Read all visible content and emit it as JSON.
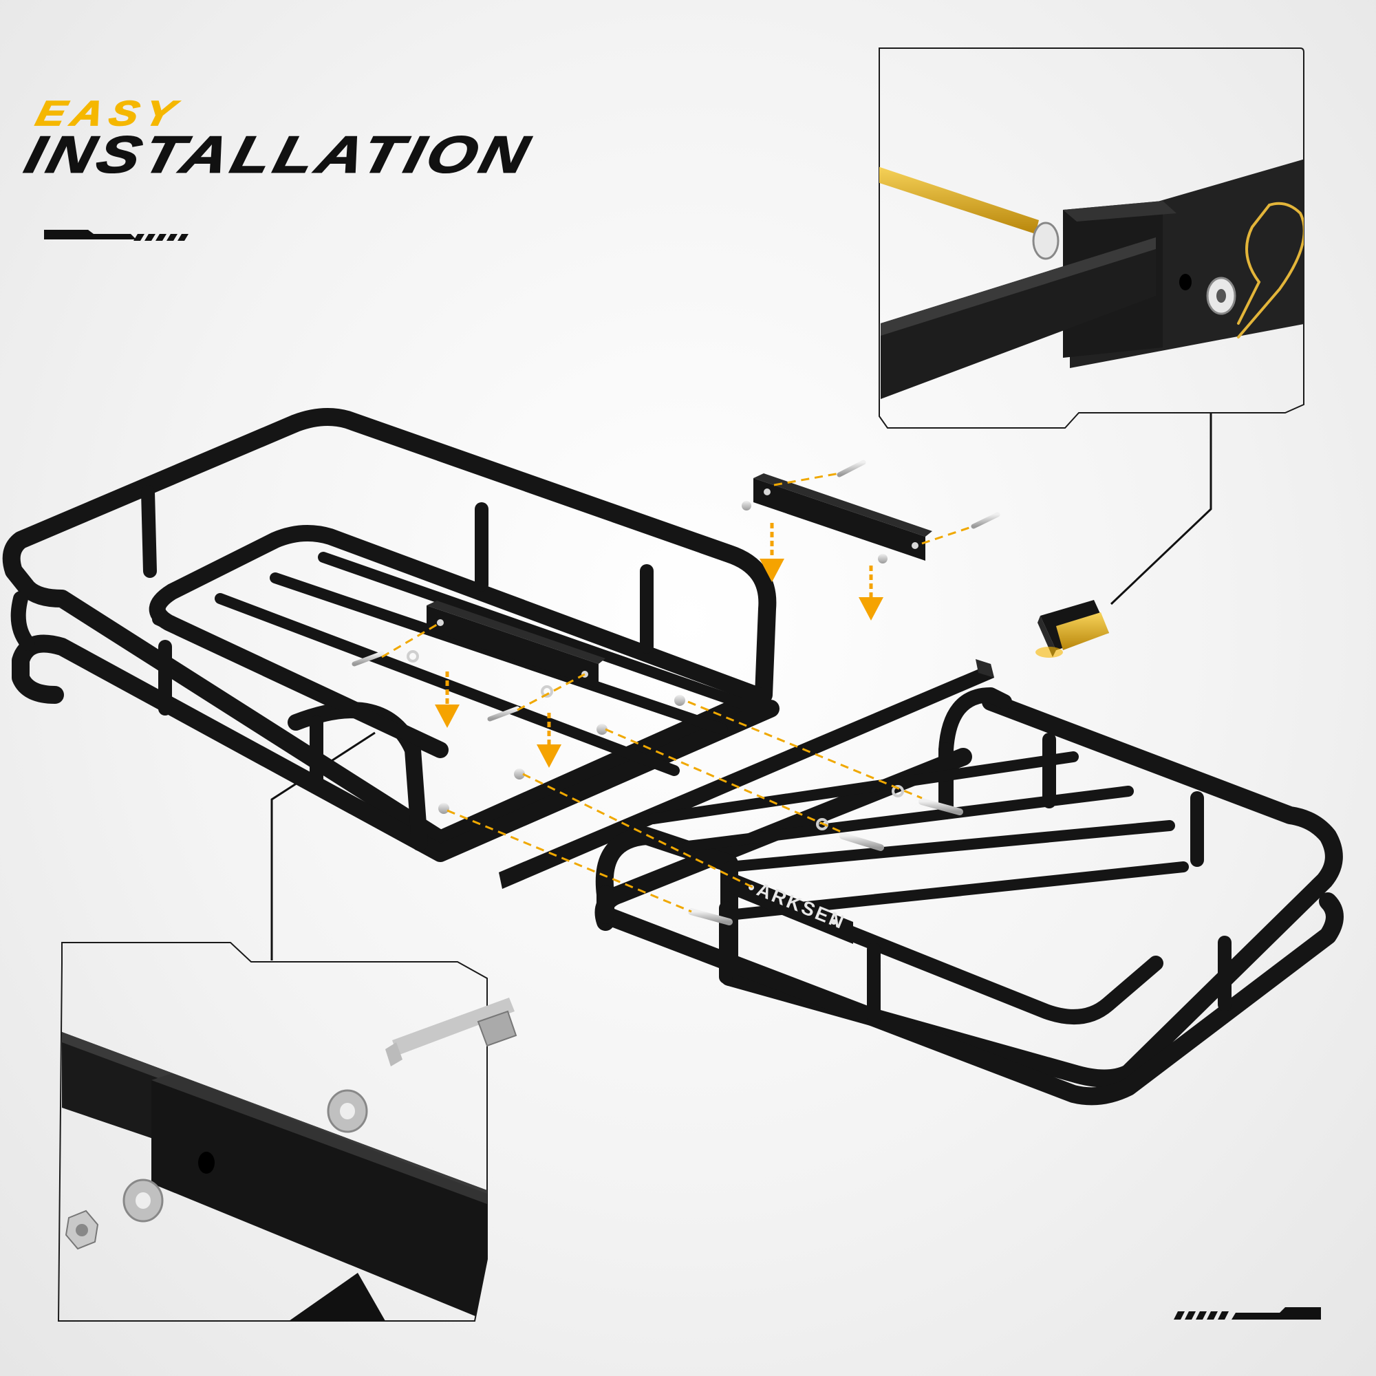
{
  "title": {
    "line1": "EASY",
    "line2": "INSTALLATION"
  },
  "brand": {
    "logo_text": "ARKSEN"
  },
  "colors": {
    "accent": "#f5b700",
    "frame": "#151515",
    "dash": "#f0a800",
    "brass": "#d4a017"
  },
  "icons": [
    "down-arrow-icon",
    "bolt-icon",
    "washer-icon",
    "nut-icon",
    "hitch-pin-clip-icon",
    "stabilizer-icon"
  ]
}
